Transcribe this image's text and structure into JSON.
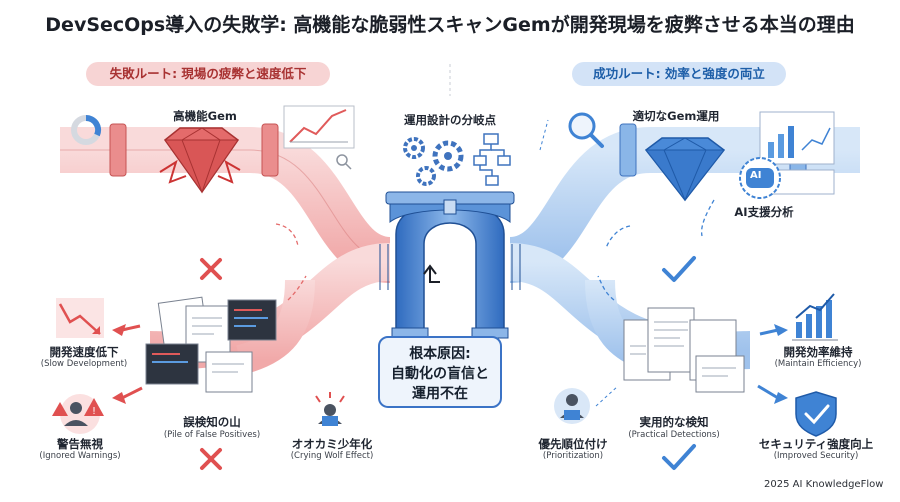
{
  "title": "DevSecOps導入の失敗学: 高機能な脆弱性スキャンGemが開発現場を疲弊させる本当の理由",
  "fail_route": {
    "header": "失敗ルート: 現場の疲弊と速度低下",
    "gem_label": "高機能Gem",
    "slow_dev": "開発速度低下",
    "slow_dev_en": "(Slow Development)",
    "ignored": "警告無視",
    "ignored_en": "(Ignored Warnings)",
    "false_pos": "誤検知の山",
    "false_pos_en": "(Pile of False Positives)",
    "wolf": "オオカミ少年化",
    "wolf_en": "(Crying Wolf Effect)"
  },
  "center": {
    "branch": "運用設計の分岐点",
    "root_cause_line1": "根本原因:",
    "root_cause_line2": "自動化の盲信と",
    "root_cause_line3": "運用不在"
  },
  "success_route": {
    "header": "成功ルート: 効率と強度の両立",
    "gem_label": "適切なGem運用",
    "ai_label": "AI支援分析",
    "ai_badge": "AI",
    "efficiency": "開発効率維持",
    "efficiency_en": "(Maintain Efficiency)",
    "practical": "実用的な検知",
    "practical_en": "(Practical Detections)",
    "priority": "優先順位付け",
    "priority_en": "(Prioritization)",
    "security": "セキュリティ強度向上",
    "security_en": "(Improved Security)"
  },
  "colors": {
    "fail": "#e46b6b",
    "fail_light": "#f6c9c9",
    "success": "#3f83d4",
    "success_light": "#c7dcf4",
    "arch": "#4a86d1"
  },
  "footer": "2025 AI KnowledgeFlow"
}
